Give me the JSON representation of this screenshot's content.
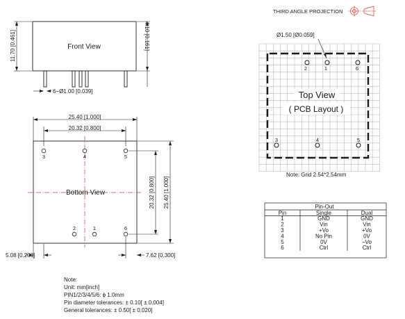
{
  "projection_label": "THIRD ANGLE PROJECTION",
  "front_view": {
    "title": "Front View",
    "height_dim": "11.70 [0.461]",
    "body_dim": "4.10 [0.161]",
    "pin_dim": "6−Ø1.00 [0.039]"
  },
  "bottom_view": {
    "title": "Bottom View",
    "width_dim": "25.40 [1.000]",
    "pin_span_dim": "20.32 [0.800]",
    "vertical_pin_dim": "20.32 [0.800]",
    "height_dim": "25.40 [1.000]",
    "left_offset_dim": "5.08 [0.200]",
    "right_offset_dim": "7.62 [0.300]",
    "pin_labels": [
      "3",
      "4",
      "5",
      "2",
      "1",
      "6"
    ]
  },
  "top_view": {
    "title": "Top View",
    "subtitle": "( PCB Layout )",
    "hole_dim": "Ø1.50 [Ø0.059]",
    "pin_labels": [
      "2",
      "1",
      "6",
      "3",
      "4",
      "5"
    ],
    "note": "Note:  Grid 2.54*2.54mm"
  },
  "pinout": {
    "title": "Pin-Out",
    "headers": [
      "Pin",
      "Single",
      "Dual"
    ],
    "rows": [
      [
        "1",
        "GND",
        "GND"
      ],
      [
        "2",
        "Vin",
        "Vin"
      ],
      [
        "3",
        "+Vo",
        "+Vo"
      ],
      [
        "4",
        "No Pin",
        "0V"
      ],
      [
        "5",
        "0V",
        "−Vo"
      ],
      [
        "6",
        "Ctrl",
        "Ctrl"
      ]
    ]
  },
  "notes": [
    "Note:",
    "Unit: mm[inch]",
    "PIN1/2/3/4/5/6: ϕ 1.0mm",
    "Pin diameter tolerances: ± 0.10[ ± 0.004]",
    "General tolerances: ± 0.50[ ± 0.020]"
  ]
}
